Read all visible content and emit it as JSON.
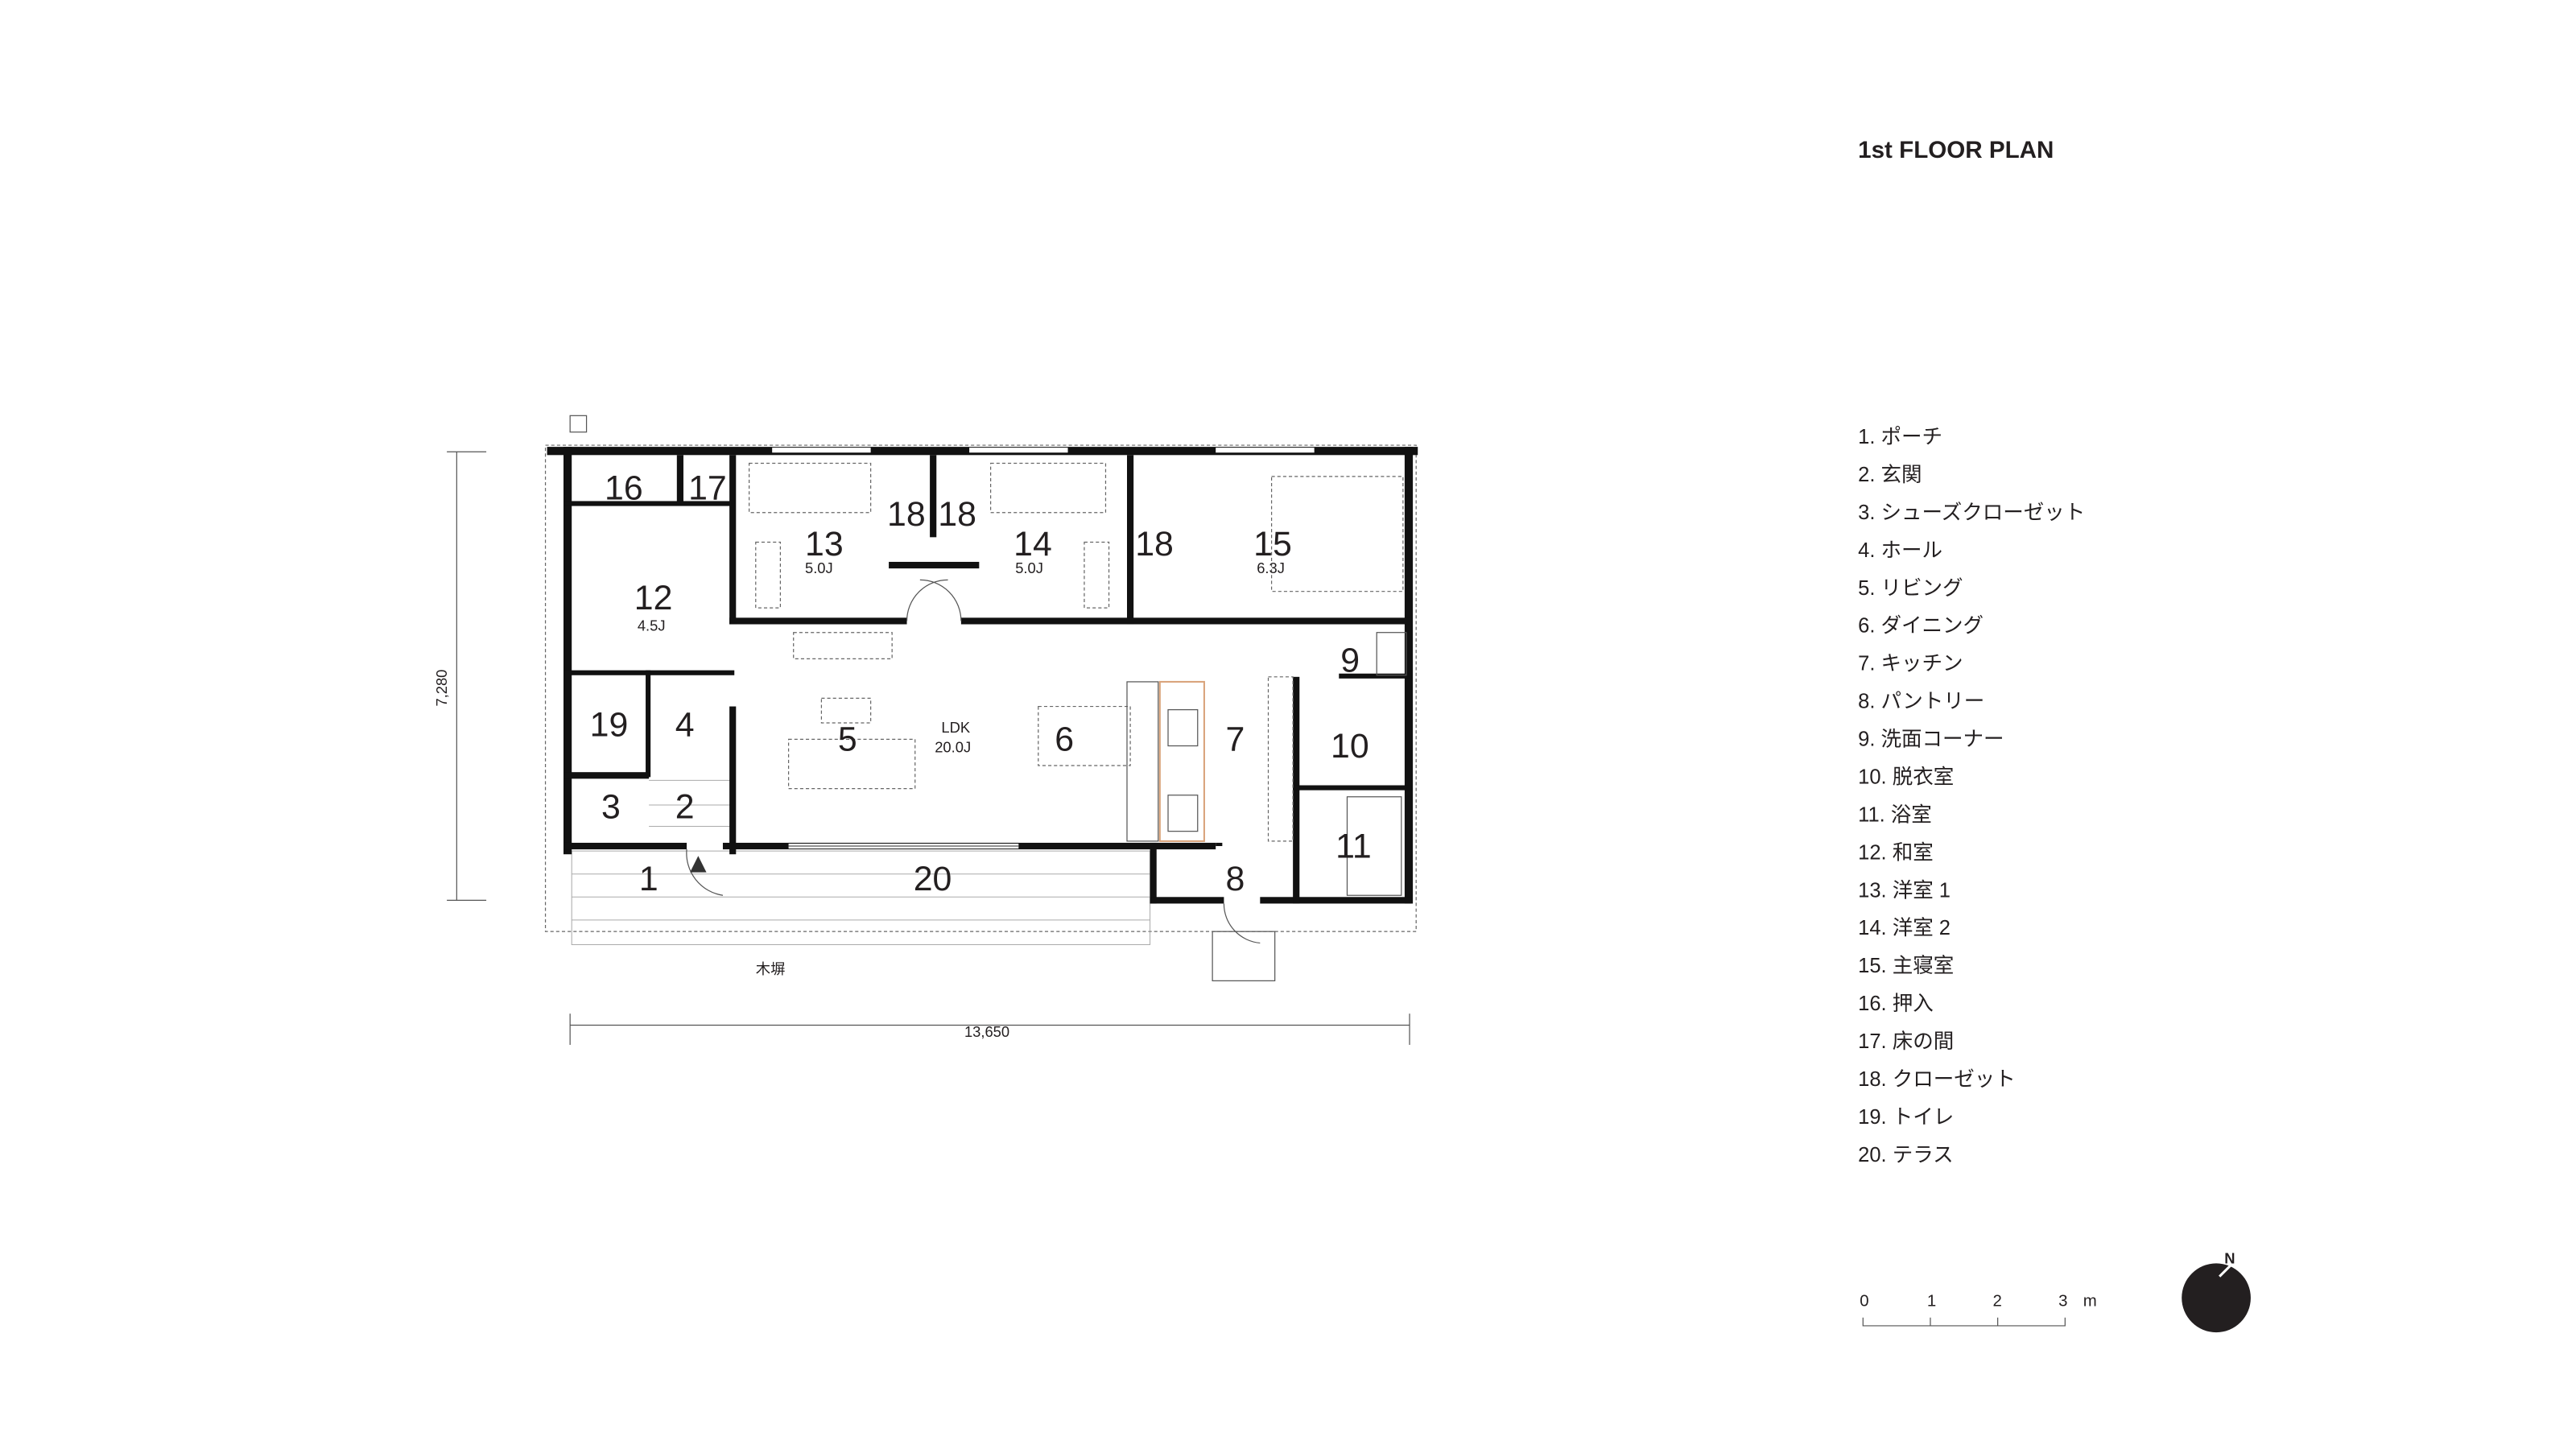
{
  "title": "1st FLOOR PLAN",
  "rooms": [
    {
      "num": "1"
    },
    {
      "num": "2"
    },
    {
      "num": "3"
    },
    {
      "num": "4"
    },
    {
      "num": "5"
    },
    {
      "num": "6"
    },
    {
      "num": "7"
    },
    {
      "num": "8"
    },
    {
      "num": "9"
    },
    {
      "num": "10"
    },
    {
      "num": "11"
    },
    {
      "num": "12",
      "size": "4.5J"
    },
    {
      "num": "13",
      "size": "5.0J"
    },
    {
      "num": "14",
      "size": "5.0J"
    },
    {
      "num": "15",
      "size": "6.3J"
    },
    {
      "num": "16"
    },
    {
      "num": "17"
    },
    {
      "num": "18"
    },
    {
      "num": "19"
    },
    {
      "num": "20"
    }
  ],
  "ldk": {
    "label": "LDK",
    "size": "20.0J"
  },
  "fence_label": "木塀",
  "dimensions": {
    "width": "13,650",
    "depth": "7,280"
  },
  "legend": [
    "1. ポーチ",
    "2. 玄関",
    "3. シューズクローゼット",
    "4.  ホール",
    "5. リビング",
    "6. ダイニング",
    "7. キッチン",
    "8. パントリー",
    "9. 洗面コーナー",
    "10. 脱衣室",
    "11. 浴室",
    "12. 和室",
    "13. 洋室 1",
    "14. 洋室 2",
    "15. 主寝室",
    "16. 押入",
    "17. 床の間",
    "18. クローゼット",
    "19. トイレ",
    "20. テラス"
  ],
  "scale_bar": {
    "ticks": [
      "0",
      "1",
      "2",
      "3"
    ],
    "unit": "m"
  },
  "north_label": "N"
}
